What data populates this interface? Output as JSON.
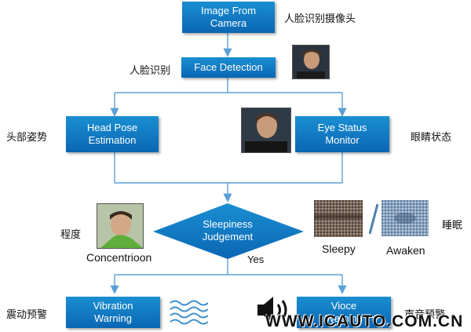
{
  "boxes": {
    "camera": "Image From\nCamera",
    "face_detection": "Face Detection",
    "head_pose": "Head Pose\nEstimation",
    "eye_status": "Eye Status\nMonitor",
    "sleepiness": "Sleepiness\nJudgement",
    "vibration": "Vibration\nWarning",
    "voice": "Vioce\nWarning"
  },
  "cn_labels": {
    "camera": "人脸识别摄像头",
    "face": "人脸识别",
    "head": "头部姿势",
    "eye": "眼睛状态",
    "degree": "程度",
    "sleep": "睡眠",
    "vibration": "震动预警",
    "voice": "声音预警"
  },
  "en_labels": {
    "concentration": "Concentrioon",
    "yes": "Yes",
    "sleepy": "Sleepy",
    "awaken": "Awaken"
  },
  "watermark": "WWW.ICAUTO.COM.CN",
  "colors": {
    "box_top": "#1a8fd2",
    "box_bottom": "#0a66b3",
    "arrow": "#5aa0d6"
  }
}
